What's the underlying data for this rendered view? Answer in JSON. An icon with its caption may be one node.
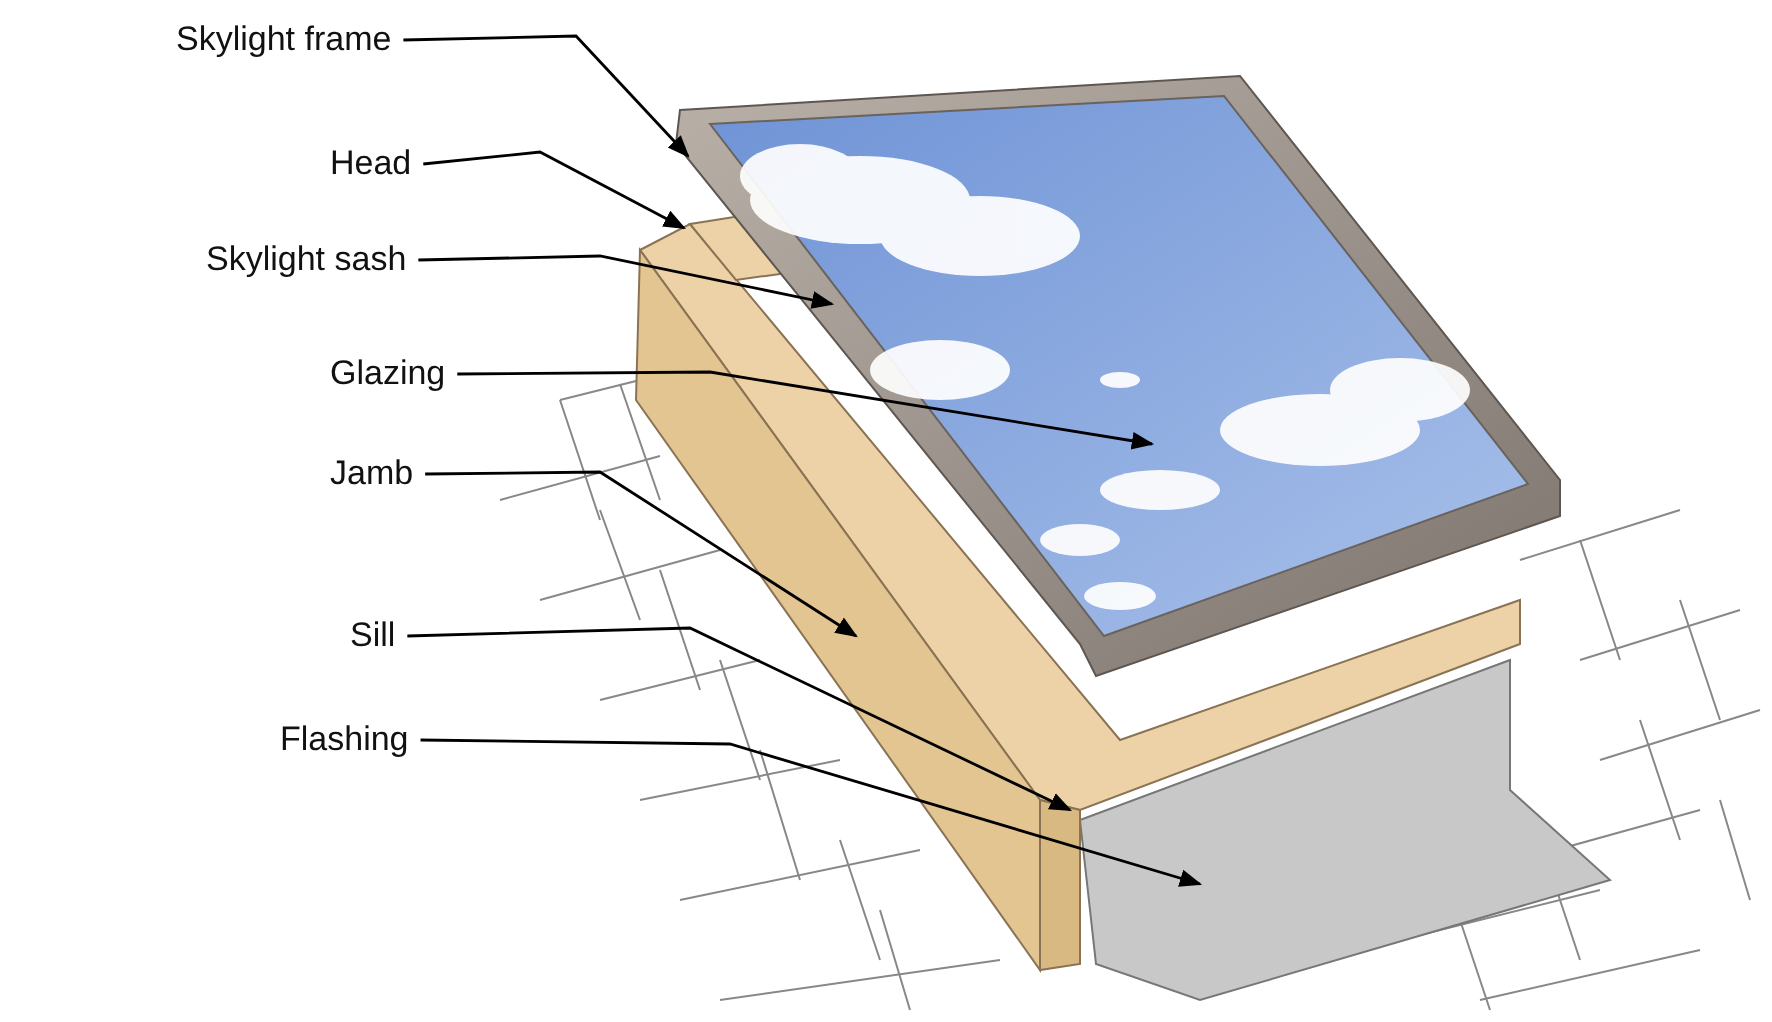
{
  "diagram": {
    "nodes": [
      {
        "text": [
          "Skylight frame"
        ]
      },
      {
        "text": [
          "Head"
        ]
      },
      {
        "text": [
          "Skylight sash"
        ]
      },
      {
        "text": [
          "Glazing"
        ]
      },
      {
        "text": [
          "Jamb"
        ]
      },
      {
        "text": [
          "Sill"
        ]
      },
      {
        "text": [
          "Flashing"
        ]
      }
    ],
    "edges": [
      {
        "from": 0,
        "to": null,
        "arrow": "to"
      },
      {
        "from": 1,
        "to": null,
        "arrow": "to"
      },
      {
        "from": 2,
        "to": null,
        "arrow": "to"
      },
      {
        "from": 3,
        "to": null,
        "arrow": "to"
      },
      {
        "from": 4,
        "to": null,
        "arrow": "to"
      },
      {
        "from": 5,
        "to": null,
        "arrow": "to"
      },
      {
        "from": 6,
        "to": null,
        "arrow": "to"
      }
    ]
  }
}
